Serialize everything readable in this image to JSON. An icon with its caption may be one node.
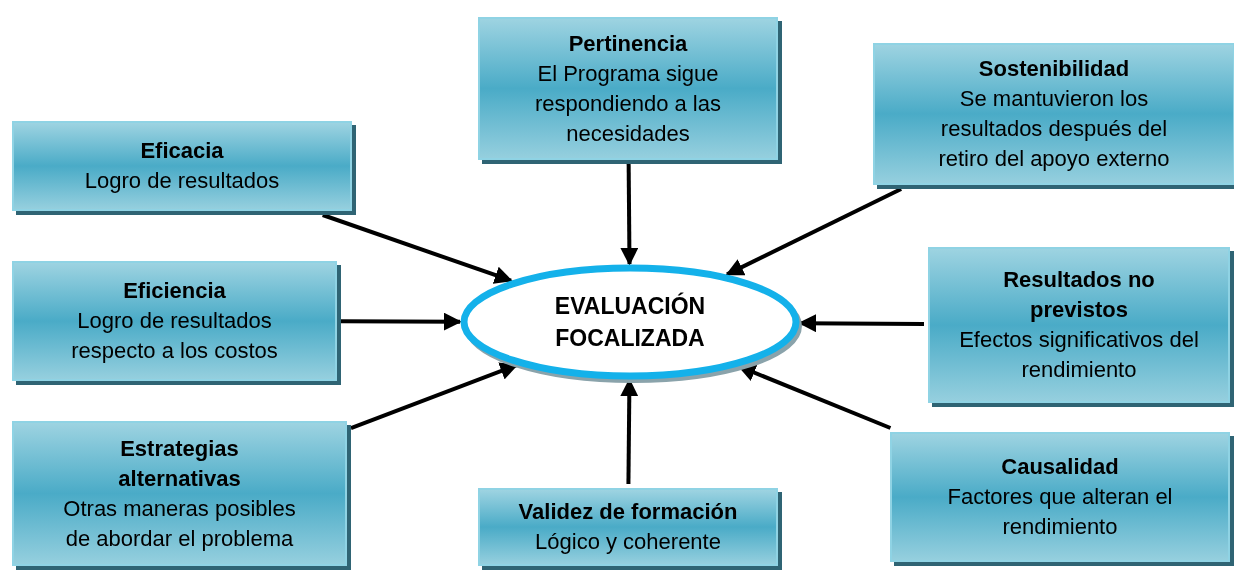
{
  "diagram": {
    "nodes": [
      {
        "text": [
          "EVALUACIÓN FOCALIZADA"
        ]
      },
      {
        "text": [
          "Pertinencia",
          "El Programa sigue respondiendo a las necesidades"
        ]
      },
      {
        "text": [
          "Sostenibilidad",
          "Se mantuvieron los resultados después del retiro del apoyo externo"
        ]
      },
      {
        "text": [
          "Eficacia",
          "Logro de resultados"
        ]
      },
      {
        "text": [
          "Eficiencia",
          "Logro de resultados respecto a los costos"
        ]
      },
      {
        "text": [
          "Resultados no previstos",
          "Efectos significativos del rendimiento"
        ]
      },
      {
        "text": [
          "Estrategias alternativas",
          "Otras maneras posibles de abordar el problema"
        ]
      },
      {
        "text": [
          "Validez de formación",
          "Lógico y coherente"
        ]
      },
      {
        "text": [
          "Causalidad",
          "Factores que alteran el rendimiento"
        ]
      }
    ],
    "edges": [
      {
        "from": 1,
        "to": 0,
        "arrow": "to"
      },
      {
        "from": 2,
        "to": 0,
        "arrow": "to"
      },
      {
        "from": 3,
        "to": 0,
        "arrow": "to"
      },
      {
        "from": 4,
        "to": 0,
        "arrow": "to"
      },
      {
        "from": 5,
        "to": 0,
        "arrow": "to"
      },
      {
        "from": 6,
        "to": 0,
        "arrow": "to"
      },
      {
        "from": 7,
        "to": 0,
        "arrow": "to"
      },
      {
        "from": 8,
        "to": 0,
        "arrow": "to"
      }
    ]
  }
}
